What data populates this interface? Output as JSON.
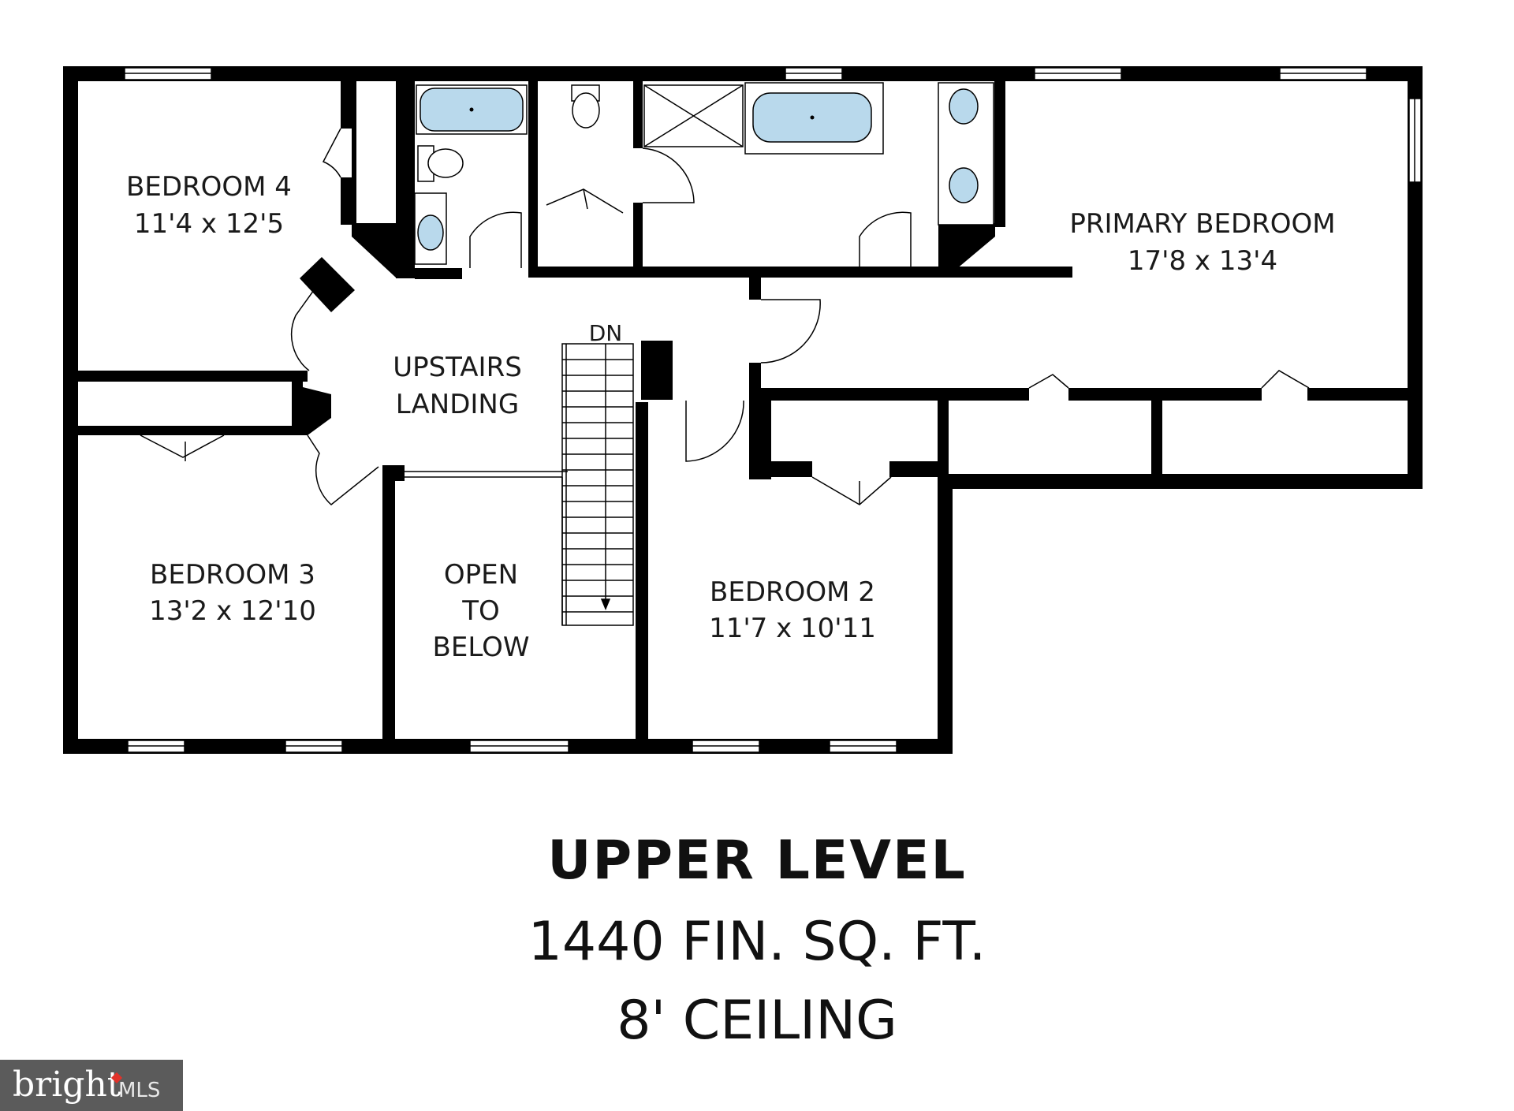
{
  "rooms": {
    "bedroom4": {
      "name": "BEDROOM 4",
      "dims": "11'4 x 12'5"
    },
    "primary": {
      "name": "PRIMARY BEDROOM",
      "dims": "17'8 x 13'4"
    },
    "landing": {
      "line1": "UPSTAIRS",
      "line2": "LANDING"
    },
    "bedroom3": {
      "name": "BEDROOM 3",
      "dims": "13'2 x 12'10"
    },
    "open": {
      "line1": "OPEN",
      "line2": "TO",
      "line3": "BELOW"
    },
    "bedroom2": {
      "name": "BEDROOM 2",
      "dims": "11'7 x 10'11"
    }
  },
  "stairs_label": "DN",
  "caption": {
    "title": "UPPER LEVEL",
    "area": "1440 FIN. SQ. FT.",
    "ceiling": "8' CEILING"
  },
  "watermark": {
    "brand": "bright",
    "suffix": "MLS"
  },
  "colors": {
    "wall": "#000000",
    "fixture": "#b9d9ec",
    "background": "#ffffff"
  }
}
